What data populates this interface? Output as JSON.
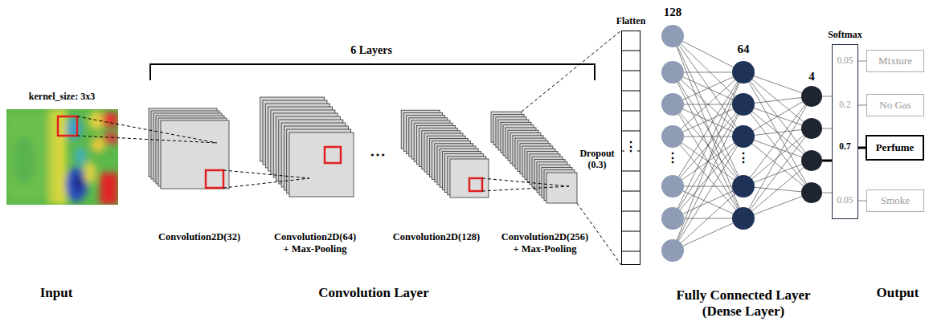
{
  "diagram": {
    "nodes": [
      {
        "text": [
          "Flatten",
          "⋮"
        ]
      },
      {
        "text": [
          "Softmax",
          "0.05",
          "0.2",
          "0.7",
          "0.05"
        ]
      },
      {
        "text": [
          "Mixture"
        ]
      },
      {
        "text": [
          "No Gas"
        ]
      },
      {
        "text": [
          "Perfume"
        ]
      },
      {
        "text": [
          "Smoke"
        ]
      }
    ],
    "edges": [
      {
        "from": 1,
        "to": 2,
        "arrow": "none"
      },
      {
        "from": 1,
        "to": 3,
        "arrow": "none"
      },
      {
        "from": 1,
        "to": 4,
        "arrow": "none"
      },
      {
        "from": 1,
        "to": 5,
        "arrow": "none"
      }
    ],
    "labels": [
      "kernel_size: 3x3",
      "6 Layers",
      "Convolution2D(32)",
      "Convolution2D(64) + Max-Pooling",
      "⋯",
      "Convolution2D(128)",
      "Convolution2D(256) + Max-Pooling",
      "Dropout (0.3)",
      "128",
      "64",
      "4",
      "⋮",
      "⋮",
      "Input",
      "Convolution Layer",
      "Fully Connected Layer (Dense Layer)",
      "Output"
    ]
  }
}
